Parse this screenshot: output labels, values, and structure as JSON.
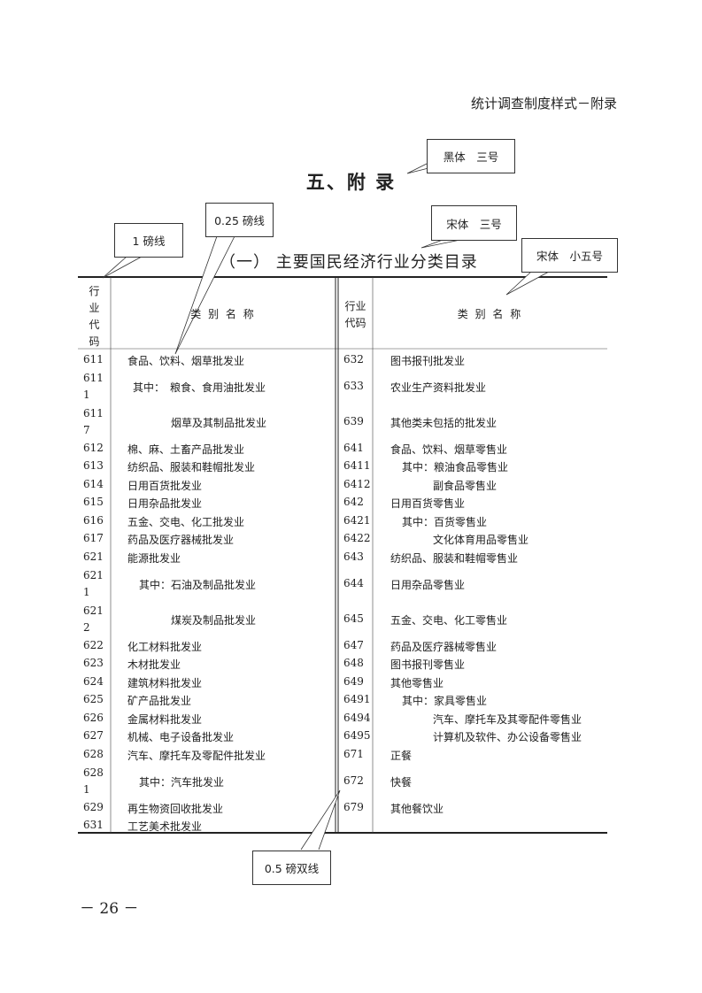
{
  "page": {
    "header": "统计调查制度样式－附录",
    "title": "五、附 录",
    "subtitle": "（一） 主要国民经济行业分类目录",
    "page_number": "－ 26 －"
  },
  "callouts": {
    "heiti": "黑体　三号",
    "pound1": "1 磅线",
    "pound025": "0.25 磅线",
    "songti3": "宋体　三号",
    "songti5": "宋体　小五号",
    "pound05": "0.5 磅双线"
  },
  "table": {
    "left_code_header": "行\n业\n代\n码",
    "left_name_header": "类 别 名 称",
    "right_code_header": "行业\n代码",
    "right_name_header": "类 别 名 称",
    "left_rows": [
      {
        "code": "611",
        "name": "食品、饮料、烟草批发业"
      },
      {
        "code": "611\n1",
        "name": "其中：　粮食、食用油批发业"
      },
      {
        "code": "611\n7",
        "name": "烟草及其制品批发业"
      },
      {
        "code": "612",
        "name": "棉、麻、土畜产品批发业"
      },
      {
        "code": "613",
        "name": "纺织品、服装和鞋帽批发业"
      },
      {
        "code": "614",
        "name": "日用百货批发业"
      },
      {
        "code": "615",
        "name": "日用杂品批发业"
      },
      {
        "code": "616",
        "name": "五金、交电、化工批发业"
      },
      {
        "code": "617",
        "name": "药品及医疗器械批发业"
      },
      {
        "code": "621",
        "name": "能源批发业"
      },
      {
        "code": "621\n1",
        "name": "其中：石油及制品批发业"
      },
      {
        "code": "621\n2",
        "name": "煤炭及制品批发业"
      },
      {
        "code": "622",
        "name": "化工材料批发业"
      },
      {
        "code": "623",
        "name": "木材批发业"
      },
      {
        "code": "624",
        "name": "建筑材料批发业"
      },
      {
        "code": "625",
        "name": "矿产品批发业"
      },
      {
        "code": "626",
        "name": "金属材料批发业"
      },
      {
        "code": "627",
        "name": "机械、电子设备批发业"
      },
      {
        "code": "628",
        "name": "汽车、摩托车及零配件批发业"
      },
      {
        "code": "628\n1",
        "name": "其中：汽车批发业"
      },
      {
        "code": "629",
        "name": "再生物资回收批发业"
      },
      {
        "code": "631",
        "name": "工艺美术批发业"
      }
    ],
    "right_rows": [
      {
        "code": "632",
        "name": "图书报刊批发业"
      },
      {
        "code": "633",
        "name": "农业生产资料批发业"
      },
      {
        "code": "639",
        "name": "其他类未包括的批发业"
      },
      {
        "code": "641",
        "name": "食品、饮料、烟草零售业"
      },
      {
        "code": "6411",
        "name": "其中：粮油食品零售业"
      },
      {
        "code": "6412",
        "name": "副食品零售业"
      },
      {
        "code": "642",
        "name": "日用百货零售业"
      },
      {
        "code": "6421",
        "name": "其中：百货零售业"
      },
      {
        "code": "6422",
        "name": "文化体育用品零售业"
      },
      {
        "code": "643",
        "name": "纺织品、服装和鞋帽零售业"
      },
      {
        "code": "644",
        "name": "日用杂品零售业"
      },
      {
        "code": "645",
        "name": "五金、交电、化工零售业"
      },
      {
        "code": "647",
        "name": "药品及医疗器械零售业"
      },
      {
        "code": "648",
        "name": "图书报刊零售业"
      },
      {
        "code": "649",
        "name": "其他零售业"
      },
      {
        "code": "6491",
        "name": "其中：家具零售业"
      },
      {
        "code": "6494",
        "name": "汽车、摩托车及其零配件零售业"
      },
      {
        "code": "6495",
        "name": "计算机及软件、办公设备零售业"
      },
      {
        "code": "671",
        "name": "正餐"
      },
      {
        "code": "672",
        "name": "快餐"
      },
      {
        "code": "679",
        "name": "其他餐饮业"
      }
    ]
  }
}
